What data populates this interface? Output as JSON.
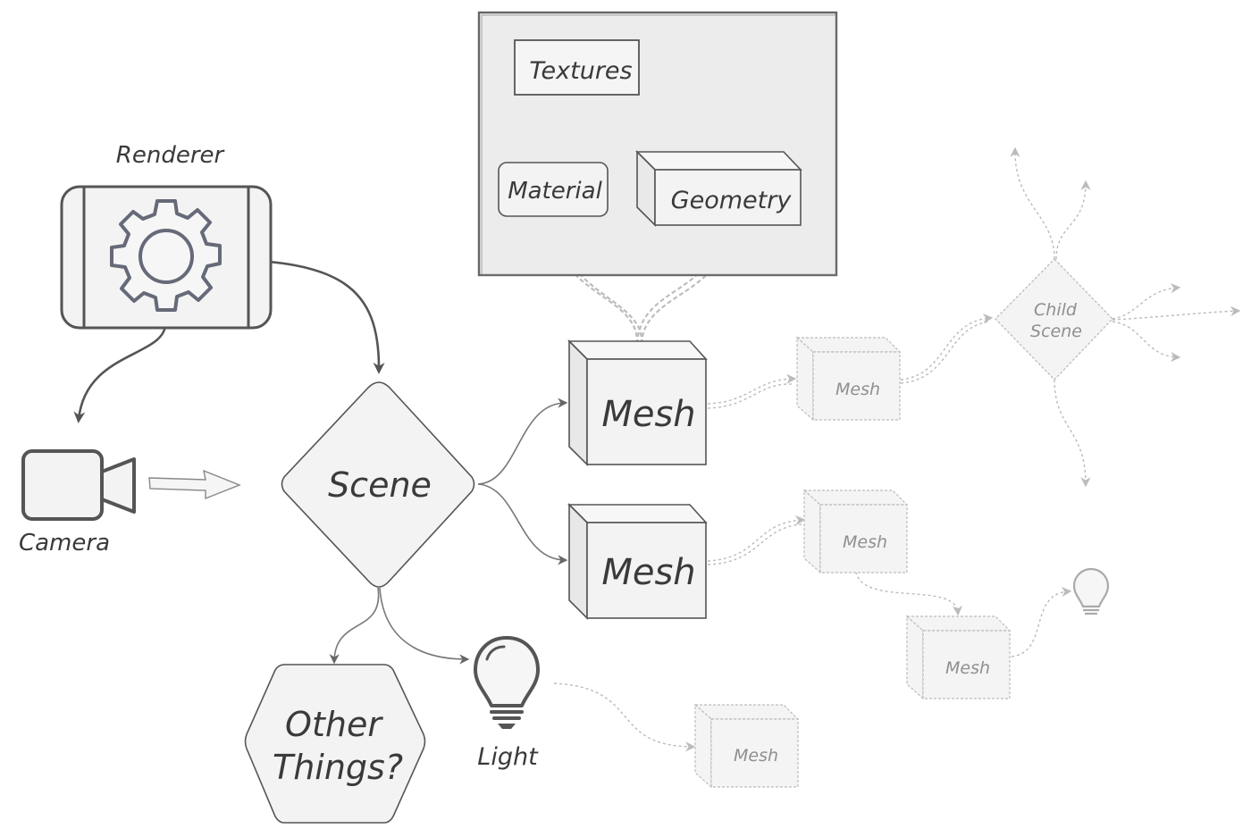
{
  "nodes": {
    "renderer": "Renderer",
    "camera": "Camera",
    "scene": "Scene",
    "mesh_top": "Mesh",
    "mesh_bottom": "Mesh",
    "material": "Material",
    "textures": "Textures",
    "geometry": "Geometry",
    "other_line1": "Other",
    "other_line2": "Things?",
    "light": "Light",
    "child_line1": "Child",
    "child_line2": "Scene",
    "mesh_faint_1": "Mesh",
    "mesh_faint_2": "Mesh",
    "mesh_faint_3": "Mesh",
    "mesh_faint_4": "Mesh"
  },
  "icons": {
    "renderer": "gear-icon",
    "camera": "video-camera-icon",
    "light": "light-bulb-icon"
  },
  "colors": {
    "stroke": "#555555",
    "fill": "#f3f3f3",
    "faint": "#bbbbbb",
    "panel": "#ececec"
  }
}
